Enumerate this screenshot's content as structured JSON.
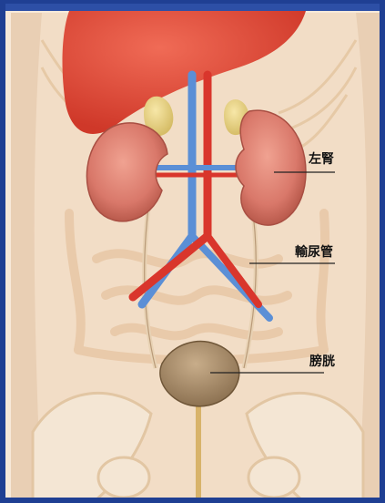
{
  "labels": {
    "left_kidney": "左腎",
    "ureter": "輸尿管",
    "bladder": "膀胱"
  },
  "colors": {
    "frame": "#1f3f93",
    "body": "#f2ddc6",
    "liver": "#e24a3a",
    "kidney": "#d9786a",
    "adrenal": "#ead58a",
    "vein": "#5b8fd6",
    "artery": "#d9362c",
    "bladder": "#a18767"
  }
}
